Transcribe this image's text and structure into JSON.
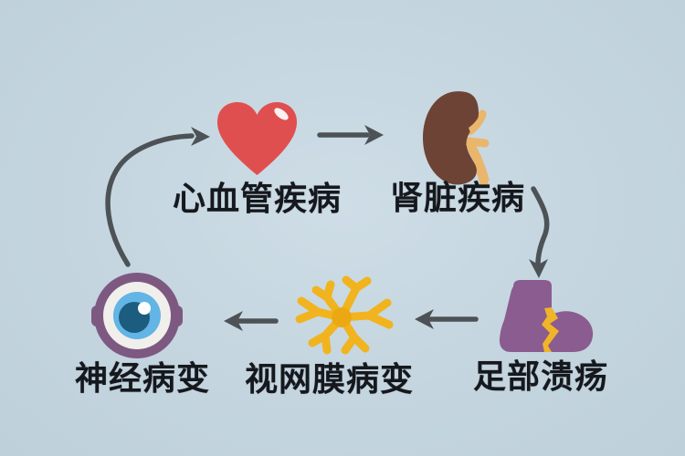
{
  "diagram": {
    "type": "cycle",
    "background_color": "#c4d5df",
    "arrow_color": "#4d5257",
    "text_color": "#15181d",
    "nodes": [
      {
        "id": "cardiovascular-disease",
        "label": "心血管疾病",
        "icon": "heart-icon",
        "icon_color": "#e04f4f"
      },
      {
        "id": "kidney-disease",
        "label": "肾脏疾病",
        "icon": "kidney-icon",
        "icon_color": "#6d4336"
      },
      {
        "id": "foot-ulcer",
        "label": "足部溃疡",
        "icon": "foot-icon",
        "icon_color": "#8a5c90"
      },
      {
        "id": "retinopathy",
        "label": "视网膜病变",
        "icon": "nerve-icon",
        "icon_color": "#f1b41f"
      },
      {
        "id": "neuropathy",
        "label": "神经病变",
        "icon": "eye-icon",
        "icon_color": "#7d5982"
      }
    ],
    "edges": [
      {
        "from": "neuropathy",
        "to": "cardiovascular-disease"
      },
      {
        "from": "cardiovascular-disease",
        "to": "kidney-disease"
      },
      {
        "from": "kidney-disease",
        "to": "foot-ulcer"
      },
      {
        "from": "foot-ulcer",
        "to": "retinopathy"
      },
      {
        "from": "retinopathy",
        "to": "neuropathy"
      }
    ]
  }
}
